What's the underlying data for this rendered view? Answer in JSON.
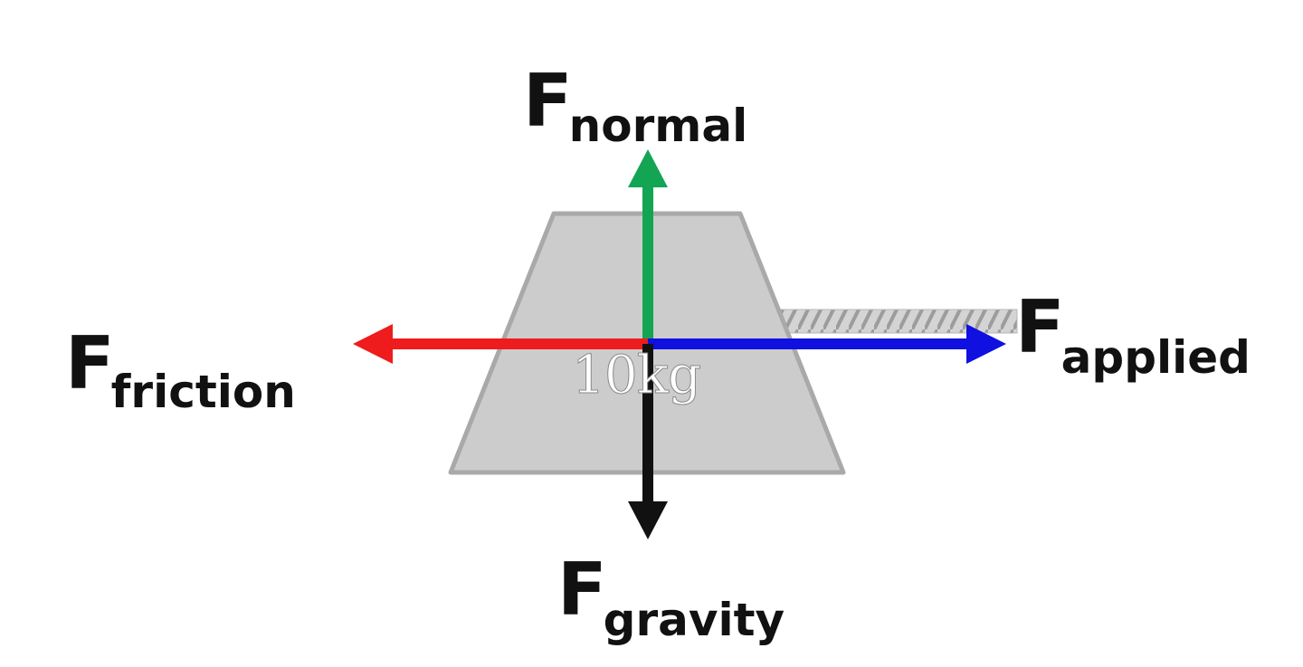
{
  "forces": {
    "normal": {
      "main": "F",
      "sub": "normal",
      "color": "#13a553"
    },
    "friction": {
      "main": "F",
      "sub": "friction",
      "color": "#ee1c1c"
    },
    "applied": {
      "main": "F",
      "sub": "applied",
      "color": "#1010e0"
    },
    "gravity": {
      "main": "F",
      "sub": "gravity",
      "color": "#111111"
    }
  },
  "block": {
    "mass_label": "10kg",
    "fill": "#cccccc",
    "outline": "#a9a9a9"
  },
  "rope": {
    "color": "#b9b9b9"
  }
}
